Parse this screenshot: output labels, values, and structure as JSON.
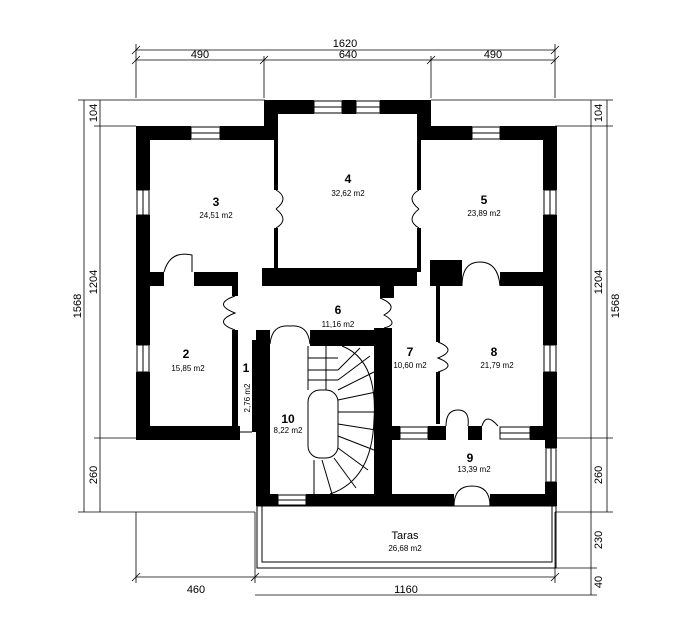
{
  "dimensions": {
    "top_total": "1620",
    "top_left": "490",
    "top_mid": "640",
    "top_right": "490",
    "left_total": "1568",
    "left_a": "104",
    "left_b": "1204",
    "left_c": "260",
    "right_total": "1568",
    "right_a": "104",
    "right_b": "1204",
    "right_c": "260",
    "right_d": "230",
    "right_e": "40",
    "bottom_left": "460",
    "bottom_right": "1160"
  },
  "rooms": [
    {
      "num": "1",
      "area": "2,76 m2"
    },
    {
      "num": "2",
      "area": "15,85 m2"
    },
    {
      "num": "3",
      "area": "24,51 m2"
    },
    {
      "num": "4",
      "area": "32,62 m2"
    },
    {
      "num": "5",
      "area": "23,89 m2"
    },
    {
      "num": "6",
      "area": "11,16 m2"
    },
    {
      "num": "7",
      "area": "10,60 m2"
    },
    {
      "num": "8",
      "area": "21,79 m2"
    },
    {
      "num": "9",
      "area": "13,39 m2"
    },
    {
      "num": "10",
      "area": "8,22 m2"
    },
    {
      "num": "Taras",
      "area": "26,68 m2"
    }
  ]
}
